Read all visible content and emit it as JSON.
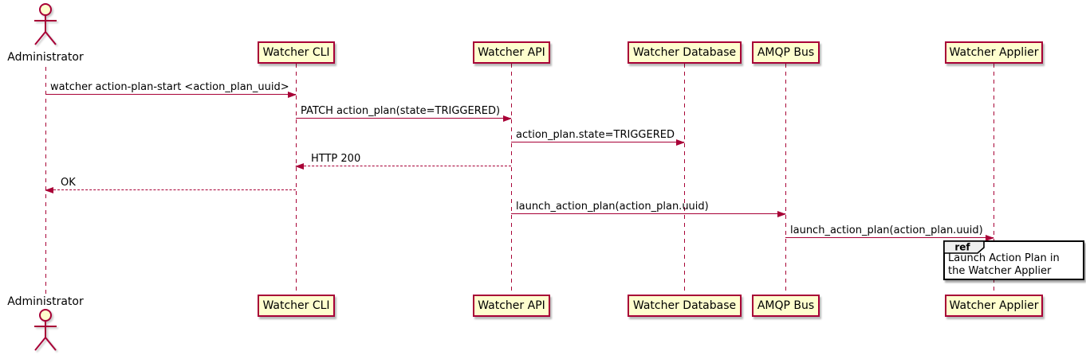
{
  "diagram": {
    "type": "uml-sequence-diagram",
    "colors": {
      "participant_fill": "#FEFECE",
      "participant_border": "#A80036",
      "line_color": "#A80036",
      "ref_fill": "#FFFFFF",
      "ref_border": "#000000",
      "ref_tab_fill": "#EEEEEE",
      "text_color": "#000000",
      "background": "#FFFFFF"
    },
    "actor": {
      "label": "Administrator"
    },
    "participants": [
      {
        "label": "Watcher CLI"
      },
      {
        "label": "Watcher API"
      },
      {
        "label": "Watcher Database"
      },
      {
        "label": "AMQP Bus"
      },
      {
        "label": "Watcher Applier"
      }
    ],
    "messages": [
      {
        "from": "Administrator",
        "to": "Watcher CLI",
        "style": "solid",
        "label": "watcher action-plan-start <action_plan_uuid>"
      },
      {
        "from": "Watcher CLI",
        "to": "Watcher API",
        "style": "solid",
        "label": "PATCH action_plan(state=TRIGGERED)"
      },
      {
        "from": "Watcher API",
        "to": "Watcher Database",
        "style": "solid",
        "label": "action_plan.state=TRIGGERED"
      },
      {
        "from": "Watcher API",
        "to": "Watcher CLI",
        "style": "dashed",
        "label": "HTTP 200"
      },
      {
        "from": "Watcher CLI",
        "to": "Administrator",
        "style": "dashed",
        "label": "OK"
      },
      {
        "from": "Watcher API",
        "to": "AMQP Bus",
        "style": "solid",
        "label": "launch_action_plan(action_plan.uuid)"
      },
      {
        "from": "AMQP Bus",
        "to": "Watcher Applier",
        "style": "solid",
        "label": "launch_action_plan(action_plan.uuid)"
      }
    ],
    "ref": {
      "keyword": "ref",
      "label": "Launch Action Plan in the Watcher Applier"
    }
  }
}
